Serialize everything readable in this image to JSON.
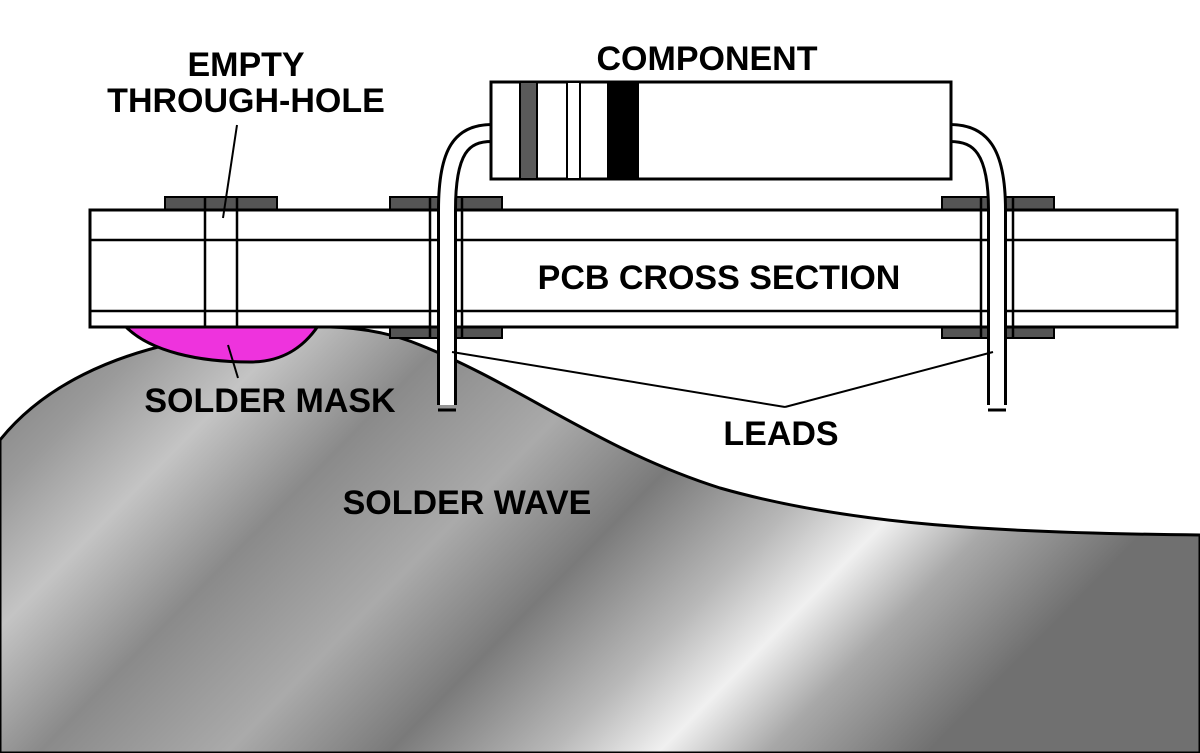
{
  "labels": {
    "empty_through_hole_line1": "EMPTY",
    "empty_through_hole_line2": "THROUGH-HOLE",
    "component": "COMPONENT",
    "pcb_cross_section": "PCB CROSS SECTION",
    "solder_mask": "SOLDER  MASK",
    "leads": "LEADS",
    "solder_wave": "SOLDER WAVE"
  },
  "colors": {
    "outline": "#000000",
    "board_fill": "#ffffff",
    "pad": "#555555",
    "solder_mask": "#ee33dd",
    "solder_wave_dark": "#6a6a6a",
    "solder_wave_light": "#e4e4e4",
    "component_band_gray": "#5a5a5a",
    "component_band_black": "#000000"
  }
}
